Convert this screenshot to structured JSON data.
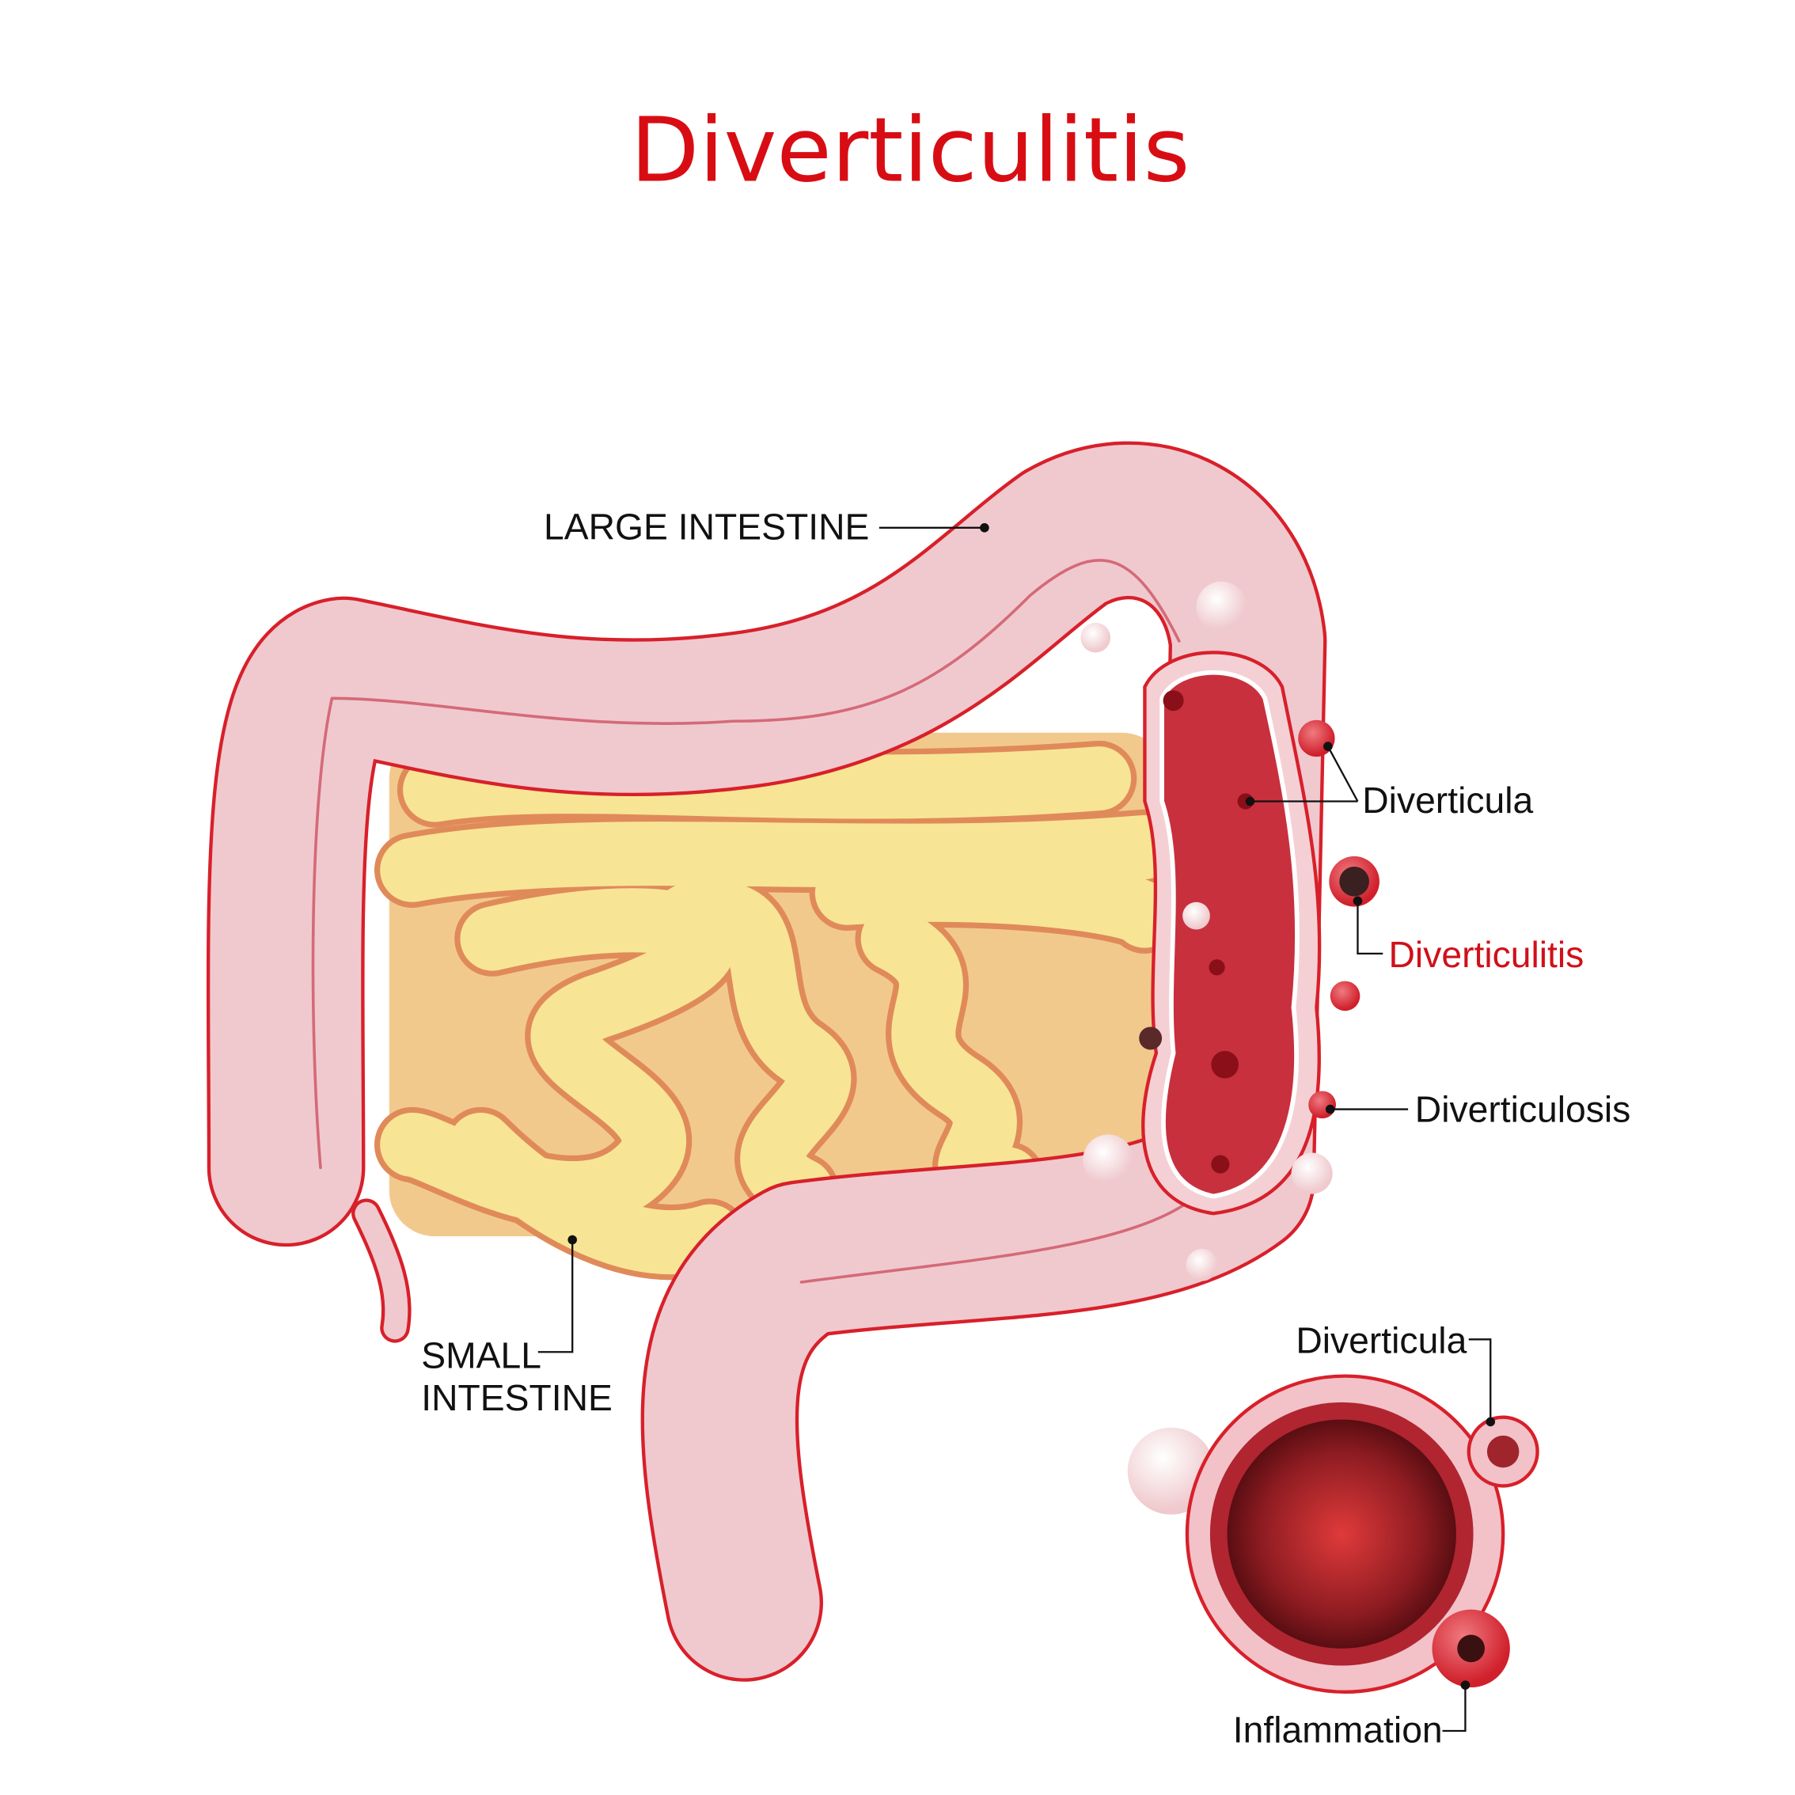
{
  "title": "Diverticulitis",
  "labels": {
    "large_intestine": "LARGE INTESTINE",
    "small_intestine_line1": "SMALL",
    "small_intestine_line2": "INTESTINE",
    "diverticula": "Diverticula",
    "diverticulitis": "Diverticulitis",
    "diverticulosis": "Diverticulosis",
    "cross_section_diverticula": "Diverticula",
    "inflammation": "Inflammation"
  },
  "colors": {
    "title": "#d80d14",
    "colon_fill": "#f0c9cf",
    "colon_outline": "#d8202a",
    "small_intestine": "#f7e595",
    "small_intestine_outline": "#e08a5a",
    "inflamed": "#c8303e"
  }
}
